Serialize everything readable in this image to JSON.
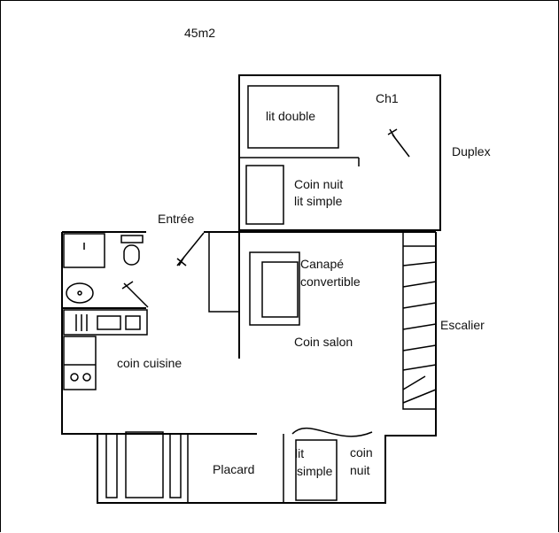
{
  "plan": {
    "area": "45m2",
    "labels": {
      "ch1": "Ch1",
      "duplex": "Duplex",
      "lit_double": "lit double",
      "coin_nuit_1": "Coin nuit",
      "lit_simple_1": "lit simple",
      "entree": "Entrée",
      "canape_1": "Canapé",
      "canape_2": "convertible",
      "coin_salon": "Coin salon",
      "escalier": "Escalier",
      "coin_cuisine": "coin cuisine",
      "placard": "Placard",
      "lit_2": "lit",
      "simple_2": "simple",
      "coin_2": "coin",
      "nuit_2": "nuit"
    }
  }
}
